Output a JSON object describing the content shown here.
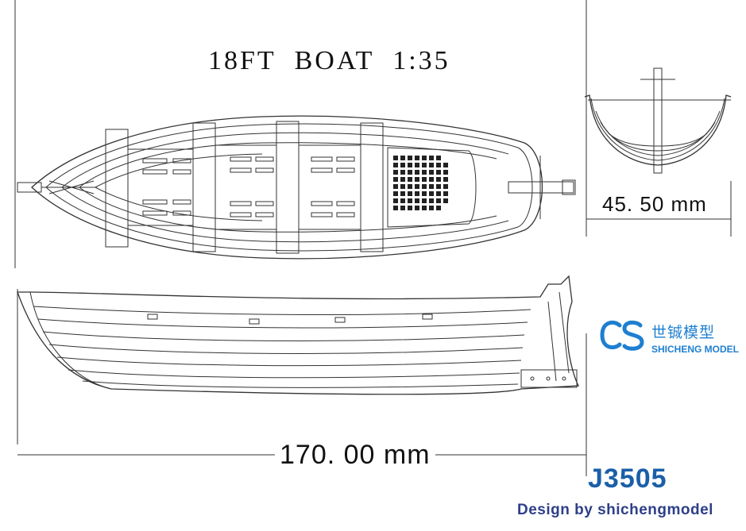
{
  "title": "18FT  BOAT  1:35",
  "dimensions": {
    "width_label": "45. 50 mm",
    "length_label": "170. 00 mm"
  },
  "brand": {
    "name_cn": "世铖模型",
    "name_en": "SHICHENG MODEL",
    "color": "#1e7fd0"
  },
  "product_code": "J3505",
  "credit": "Design by shichengmodel"
}
